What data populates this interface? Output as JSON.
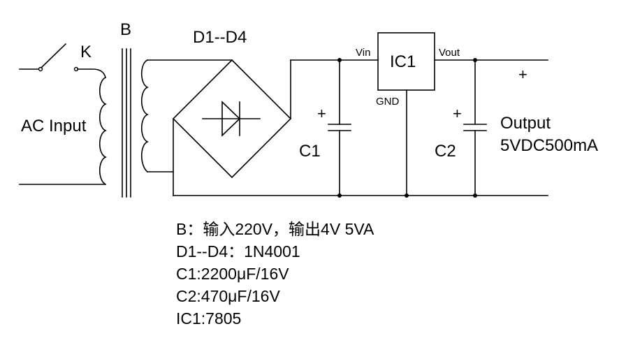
{
  "schematic": {
    "labels": {
      "transformer": "B",
      "switch": "K",
      "bridge": "D1--D4",
      "ac_input": "AC Input",
      "regulator": "IC1",
      "pin_in": "Vin",
      "pin_out": "Vout",
      "pin_gnd": "GND",
      "cap1": "C1",
      "cap2": "C2",
      "polarity": "+",
      "output_title": "Output",
      "output_spec": "5VDC500mA"
    }
  },
  "notes": [
    "B：输入220V，输出4V  5VA",
    "D1--D4：1N4001",
    "C1:2200μF/16V",
    "C2:470μF/16V",
    "IC1:7805"
  ]
}
